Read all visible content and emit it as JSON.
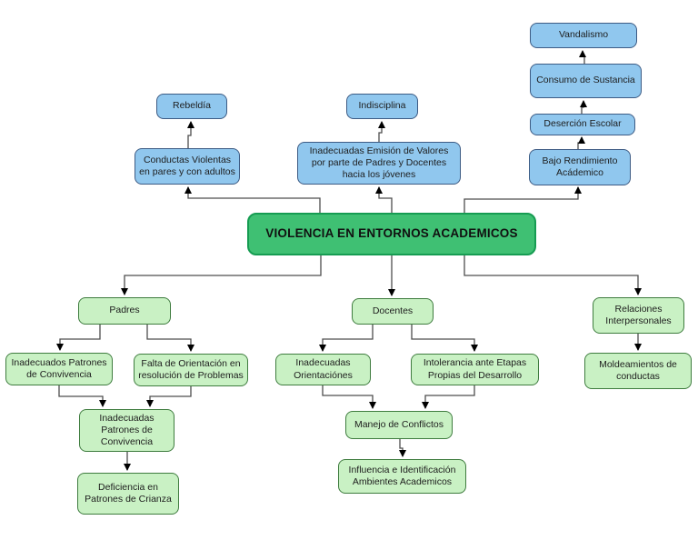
{
  "diagram": {
    "type": "concept-map",
    "title": "VIOLENCIA EN ENTORNOS ACADEMICOS"
  },
  "colors": {
    "blue_node_fill": "#90c7ee",
    "blue_node_border": "#3d5b84",
    "green_node_fill": "#c9f1c4",
    "green_node_border": "#3f7c3f",
    "central_fill": "#3fc073",
    "central_border": "#169c52",
    "connector": "#4d4d4d",
    "arrowhead": "#000000"
  },
  "nodes": {
    "central": {
      "label": "VIOLENCIA EN ENTORNOS ACADEMICOS"
    },
    "rebeldia": {
      "label": "Rebeldía"
    },
    "conductas_violentas": {
      "label": "Conductas Violentas en pares y con adultos"
    },
    "indisciplina": {
      "label": "Indisciplina"
    },
    "emision_valores": {
      "label": "Inadecuadas Emisión de Valores por parte de Padres y Docentes hacia los jóvenes"
    },
    "vandalismo": {
      "label": "Vandalismo"
    },
    "consumo_sustancia": {
      "label": "Consumo de Sustancia"
    },
    "desercion_escolar": {
      "label": "Deserción Escolar"
    },
    "bajo_rendimiento": {
      "label": "Bajo Rendimiento Acádemico"
    },
    "padres": {
      "label": "Padres"
    },
    "inadecuados_patrones": {
      "label": "Inadecuados Patrones de Convivencia"
    },
    "falta_orientacion": {
      "label": "Falta de Orientación en resolución de Problemas"
    },
    "inadecuadas_patrones": {
      "label": "Inadecuadas Patrones de Convivencia"
    },
    "deficiencia_crianza": {
      "label": "Deficiencia en Patrones de Crianza"
    },
    "docentes": {
      "label": "Docentes"
    },
    "inadecuadas_orientaciones": {
      "label": "Inadecuadas Orientaciónes"
    },
    "intolerancia_etapas": {
      "label": "Intolerancia ante Etapas Propias del Desarrollo"
    },
    "manejo_conflictos": {
      "label": "Manejo de Conflictos"
    },
    "influencia_identificacion": {
      "label": "Influencia  e Identificación Ambientes Academicos"
    },
    "relaciones_interpersonales": {
      "label": "Relaciones Interpersonales"
    },
    "moldeamientos_conductas": {
      "label": "Moldeamientos de conductas"
    }
  }
}
